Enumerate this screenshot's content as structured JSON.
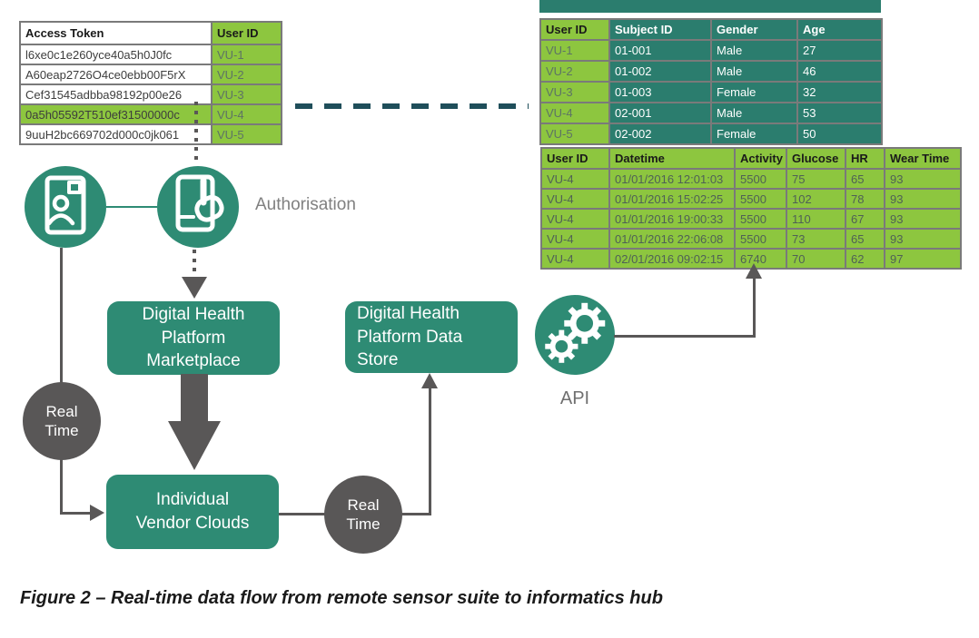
{
  "diagram": {
    "caption": "Figure 2 – Real-time data flow from remote sensor suite to informatics hub",
    "labels": {
      "authorisation": "Authorisation",
      "api": "API",
      "real_time": "Real\nTime"
    },
    "boxes": {
      "marketplace": "Digital Health\nPlatform\nMarketplace",
      "data_store": "Digital Health\nPlatform Data\nStore",
      "vendor_clouds": "Individual\nVendor Clouds"
    }
  },
  "access_token_table": {
    "headers": [
      "Access Token",
      "User ID"
    ],
    "rows": [
      {
        "token": "l6xe0c1e260yce40a5h0J0fc",
        "user_id": "VU-1",
        "highlighted": false
      },
      {
        "token": "A60eap2726O4ce0ebb00F5rX",
        "user_id": "VU-2",
        "highlighted": false
      },
      {
        "token": "Cef31545adbba98192p00e26",
        "user_id": "VU-3",
        "highlighted": false
      },
      {
        "token": "0a5h05592T510ef31500000c",
        "user_id": "VU-4",
        "highlighted": true
      },
      {
        "token": "9uuH2bc669702d000c0jk061",
        "user_id": "VU-5",
        "highlighted": false
      }
    ]
  },
  "subject_table": {
    "headers": [
      "User ID",
      "Subject ID",
      "Gender",
      "Age"
    ],
    "rows": [
      [
        "VU-1",
        "01-001",
        "Male",
        "27"
      ],
      [
        "VU-2",
        "01-002",
        "Male",
        "46"
      ],
      [
        "VU-3",
        "01-003",
        "Female",
        "32"
      ],
      [
        "VU-4",
        "02-001",
        "Male",
        "53"
      ],
      [
        "VU-5",
        "02-002",
        "Female",
        "50"
      ]
    ]
  },
  "readings_table": {
    "headers": [
      "User ID",
      "Datetime",
      "Activity",
      "Glucose",
      "HR",
      "Wear Time"
    ],
    "rows": [
      [
        "VU-4",
        "01/01/2016 12:01:03",
        "5500",
        "75",
        "65",
        "93"
      ],
      [
        "VU-4",
        "01/01/2016 15:02:25",
        "5500",
        "102",
        "78",
        "93"
      ],
      [
        "VU-4",
        "01/01/2016 19:00:33",
        "5500",
        "110",
        "67",
        "93"
      ],
      [
        "VU-4",
        "01/01/2016 22:06:08",
        "5500",
        "73",
        "65",
        "93"
      ],
      [
        "VU-4",
        "02/01/2016 09:02:15",
        "6740",
        "70",
        "62",
        "97"
      ]
    ]
  },
  "colors": {
    "teal": "#2E8B74",
    "teal_table": "#2B7D6E",
    "green": "#8DC63F",
    "arrow_gray": "#595757",
    "dashed_teal": "#1F4E5A",
    "border_gray": "#7A7A7A",
    "label_gray": "#808080"
  }
}
